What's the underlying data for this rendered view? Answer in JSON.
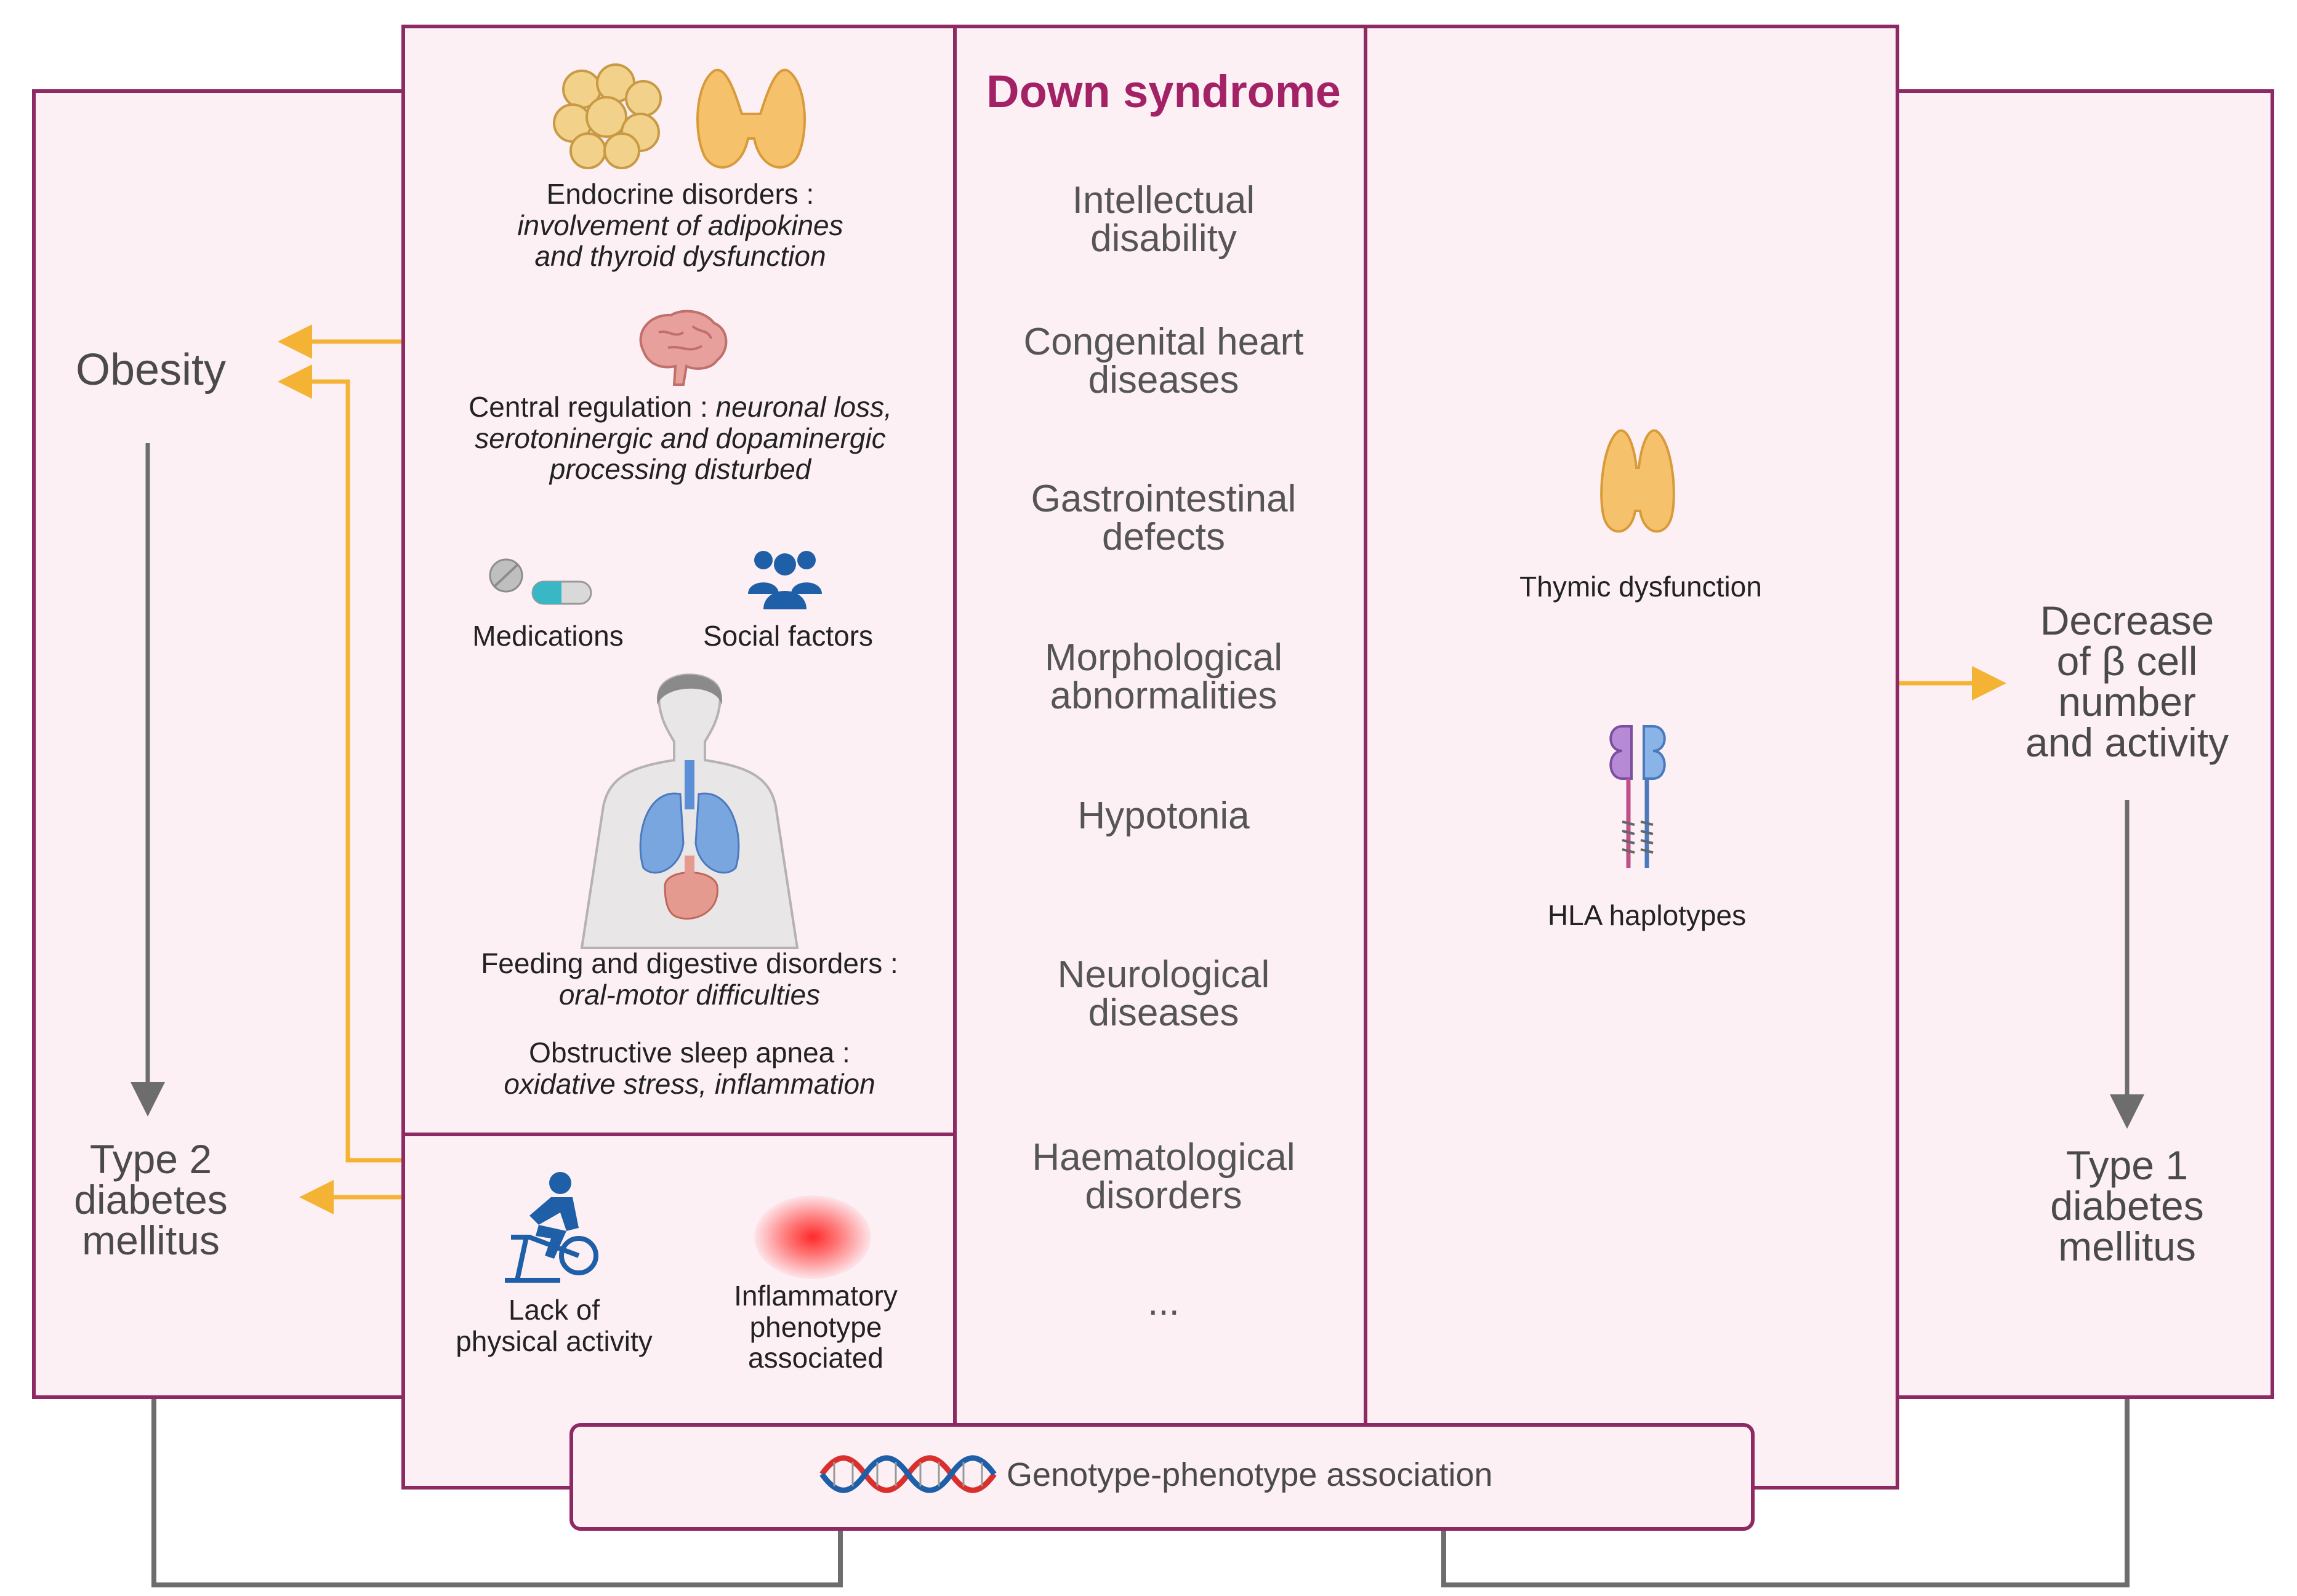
{
  "title": "Down syndrome",
  "colors": {
    "border": "#8e2a63",
    "panel": "#fdf0f5",
    "orange_arrow": "#f5b335",
    "gray_arrow": "#6d6d6d",
    "title": "#a32266"
  },
  "left_outcomes": {
    "obesity": "Obesity",
    "t2d": [
      "Type 2",
      "diabetes",
      "mellitus"
    ]
  },
  "right_outcomes": {
    "beta_cell": [
      "Decrease",
      "of β cell",
      "number",
      "and activity"
    ],
    "t1d": [
      "Type 1",
      "diabetes",
      "mellitus"
    ]
  },
  "left_factors": {
    "endocrine": {
      "label": "Endocrine disorders :",
      "detail": [
        "involvement of adipokines",
        "and thyroid dysfunction"
      ],
      "icons": [
        "adipocyte-cluster-icon",
        "thyroid-icon"
      ]
    },
    "central": {
      "label": "Central regulation : ",
      "detail_inline": "neuronal loss,",
      "detail": [
        "serotoninergic and dopaminergic",
        "processing disturbed"
      ],
      "icon": "brain-icon"
    },
    "medications": {
      "label": "Medications",
      "icon": "pills-icon"
    },
    "social": {
      "label": "Social factors",
      "icon": "people-group-icon"
    },
    "body_icon": "human-body-organs-icon",
    "feeding": {
      "label": "Feeding and digestive disorders :",
      "detail": "oral-motor difficulties"
    },
    "sleep": {
      "label": "Obstructive sleep apnea :",
      "detail": "oxidative stress, inflammation"
    },
    "physical": {
      "label": [
        "Lack of",
        "physical activity"
      ],
      "icon": "exercise-bike-icon"
    },
    "inflammatory": {
      "label": [
        "Inflammatory",
        "phenotype",
        "associated"
      ],
      "icon": "inflammation-glow-icon"
    }
  },
  "phenotypes": [
    [
      "Intellectual",
      "disability"
    ],
    [
      "Congenital heart",
      "diseases"
    ],
    [
      "Gastrointestinal",
      "defects"
    ],
    [
      "Morphological",
      "abnormalities"
    ],
    [
      "Hypotonia"
    ],
    [
      "Neurological",
      "diseases"
    ],
    [
      "Haematological",
      "disorders"
    ],
    [
      "..."
    ]
  ],
  "right_factors": {
    "thymic": {
      "label": "Thymic dysfunction",
      "icon": "thymus-icon"
    },
    "hla": {
      "label": "HLA haplotypes",
      "icon": "hla-molecule-icon"
    }
  },
  "genotype": {
    "label": "Genotype-phenotype association",
    "icon": "dna-helix-icon"
  }
}
